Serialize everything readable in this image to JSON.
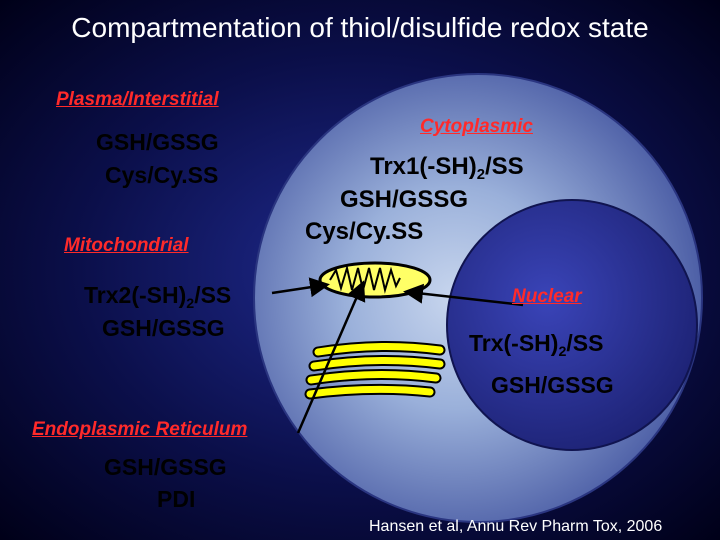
{
  "title": "Compartmentation of thiol/disulfide redox state",
  "colors": {
    "background": "#0b0f4a",
    "cell": "#7a93c6",
    "nucleus": "#2a2f8c",
    "organelle": "#ffff00",
    "label_red": "#ff2a2a",
    "text": "#000000"
  },
  "compartments": {
    "plasma": {
      "label": "Plasma/Interstitial",
      "lines": [
        "GSH/GSSG",
        "Cys/Cy.SS"
      ]
    },
    "mitochondrial": {
      "label": "Mitochondrial",
      "line1": {
        "prefix": "Trx2(-SH)",
        "sub": "2",
        "suffix": "/SS"
      },
      "line2": "GSH/GSSG"
    },
    "cytoplasmic": {
      "label": "Cytoplasmic",
      "line1": {
        "prefix": "Trx1(-SH)",
        "sub": "2",
        "suffix": "/SS"
      },
      "line2": "GSH/GSSG",
      "line3": "Cys/Cy.SS"
    },
    "nuclear": {
      "label": "Nuclear",
      "line1": {
        "prefix": "Trx(-SH)",
        "sub": "2",
        "suffix": "/SS"
      },
      "line2": "GSH/GSSG"
    },
    "er": {
      "label": "Endoplasmic Reticulum",
      "lines": [
        "GSH/GSSG",
        "PDI"
      ]
    }
  },
  "citation": "Hansen et al, Annu Rev Pharm Tox, 2006"
}
